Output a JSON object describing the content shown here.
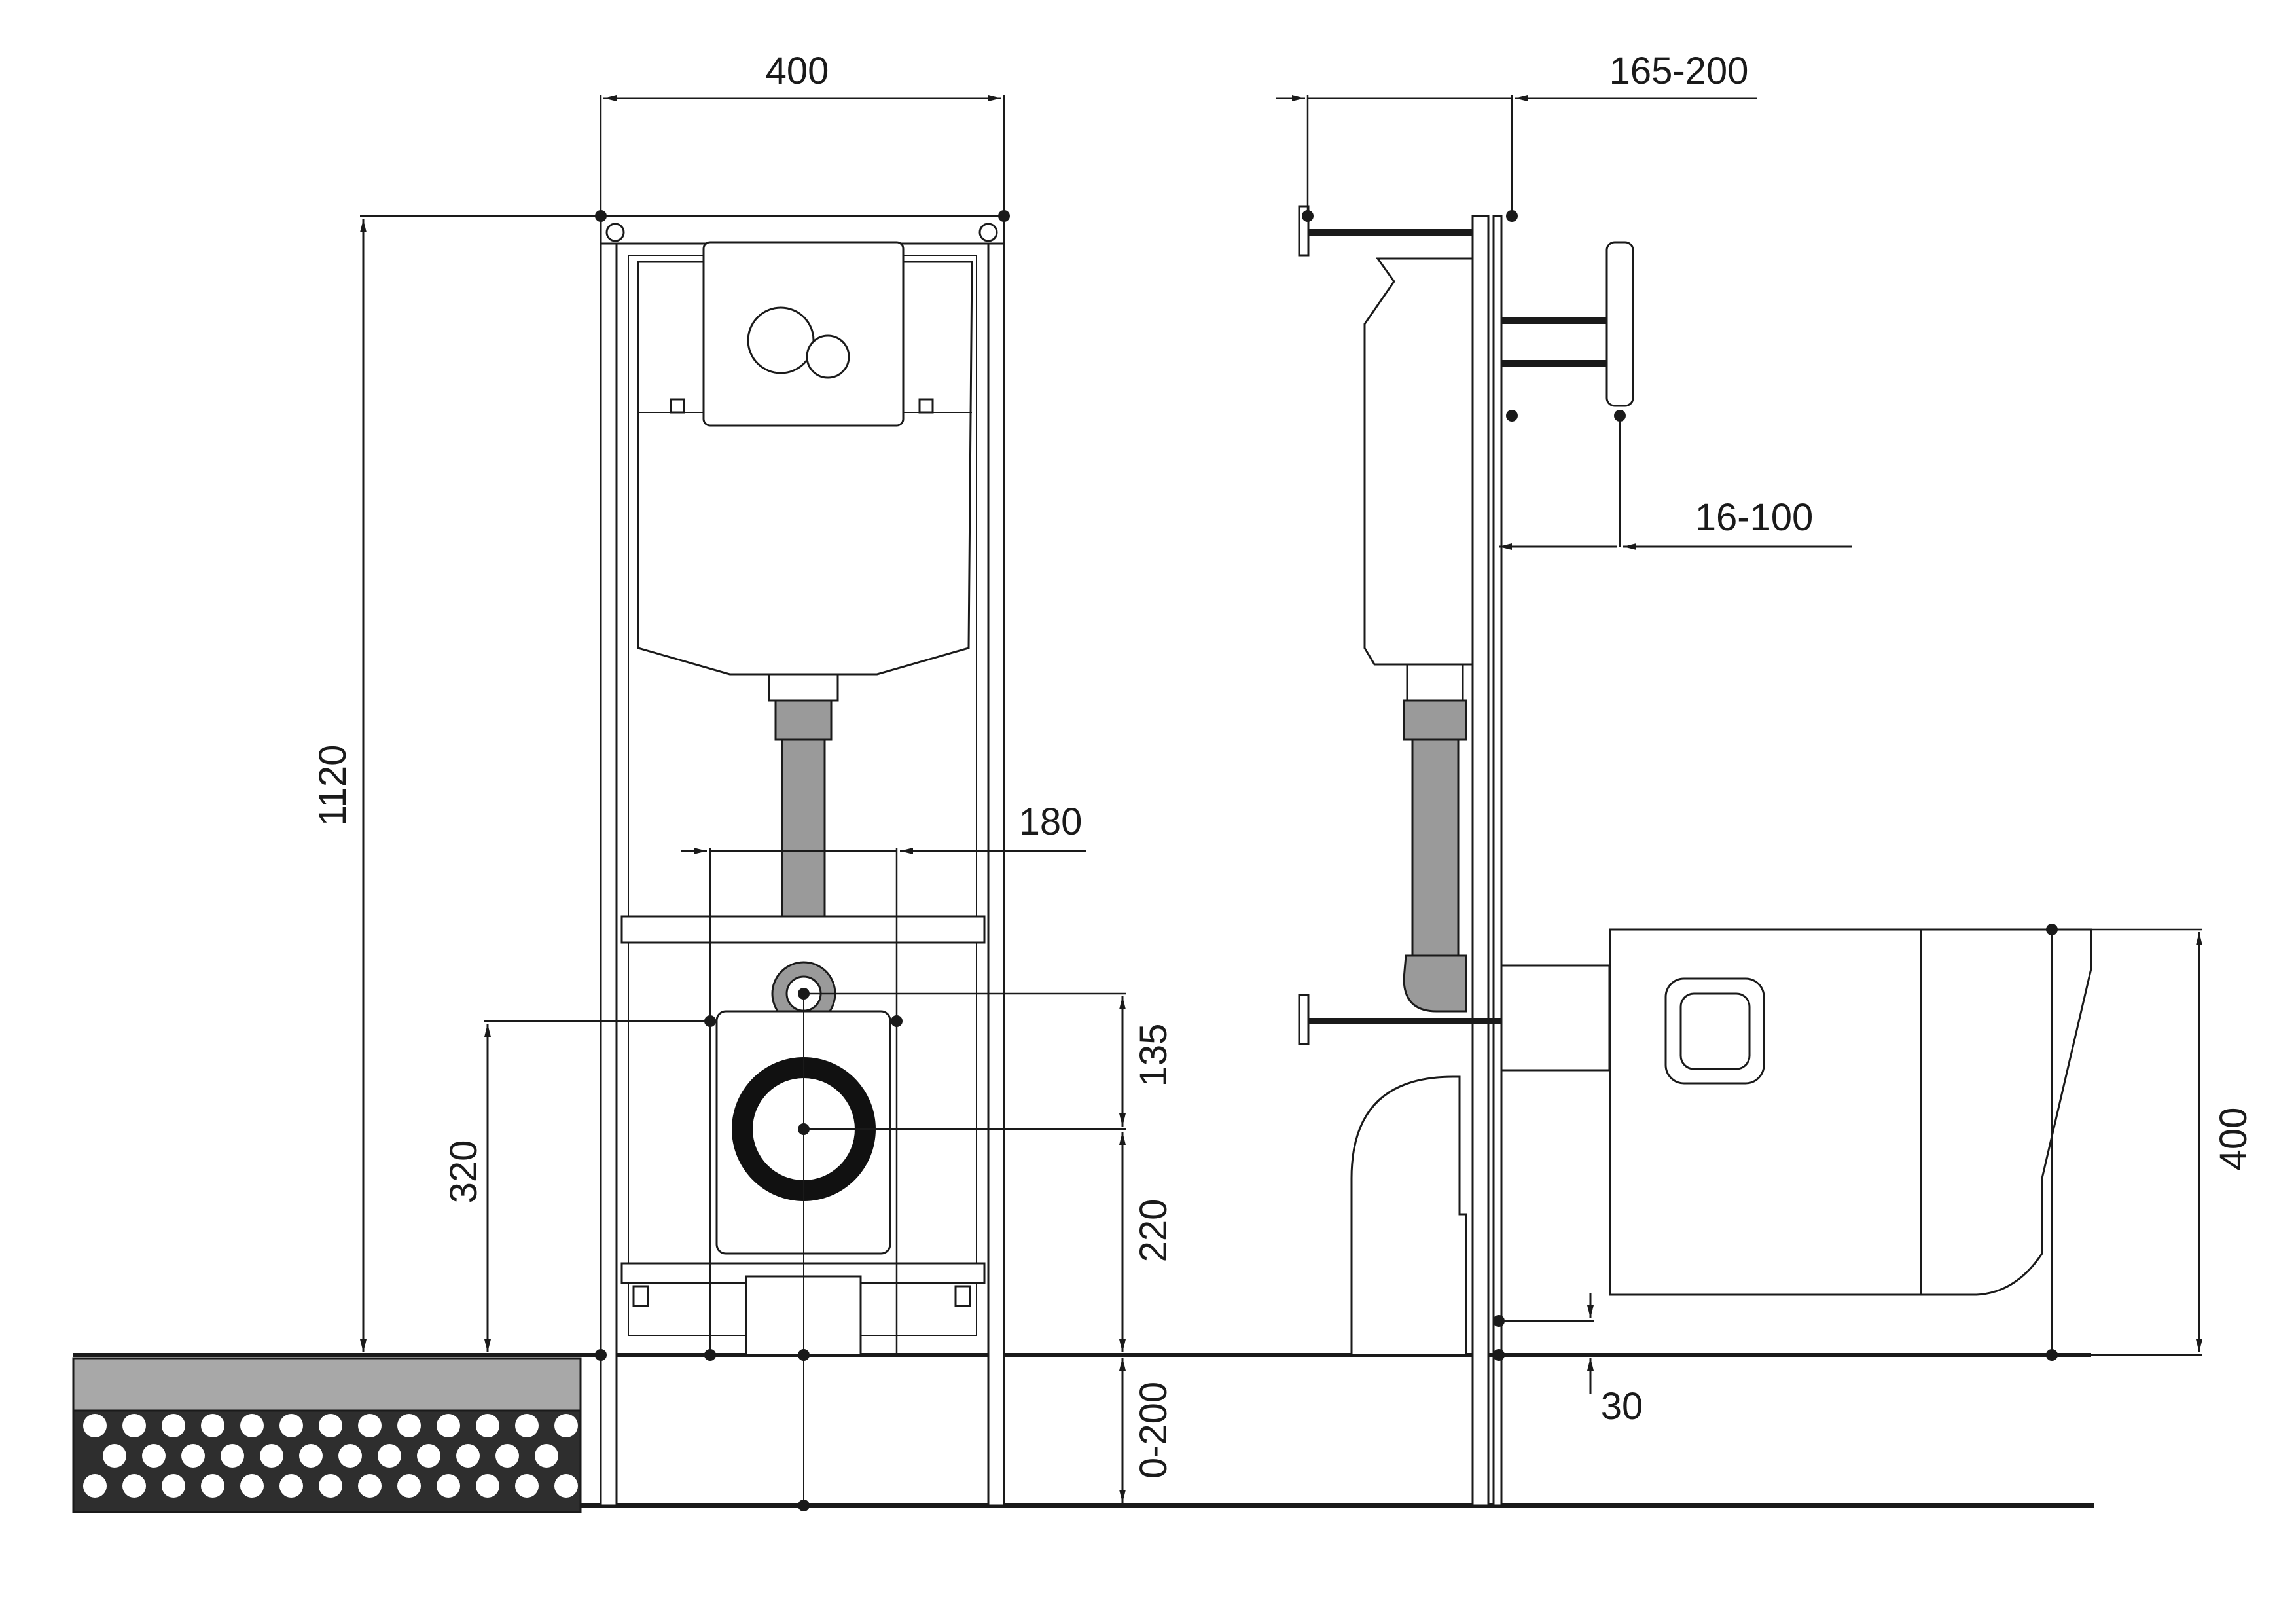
{
  "dimensions": {
    "frame_width": "400",
    "frame_height": "1120",
    "side_depth": "165-200",
    "wall_distance": "16-100",
    "bolt_spacing": "180",
    "inlet_offset": "135",
    "inlet_height": "320",
    "outlet_height": "220",
    "floor_adjust": "0-200",
    "bowl_gap": "30",
    "bowl_height": "400"
  },
  "colors": {
    "line": "#1a1a1a",
    "pipe": "#9a9a9a",
    "floor_fill": "#a8a8a8",
    "floor_dark": "#2e2e2e"
  }
}
